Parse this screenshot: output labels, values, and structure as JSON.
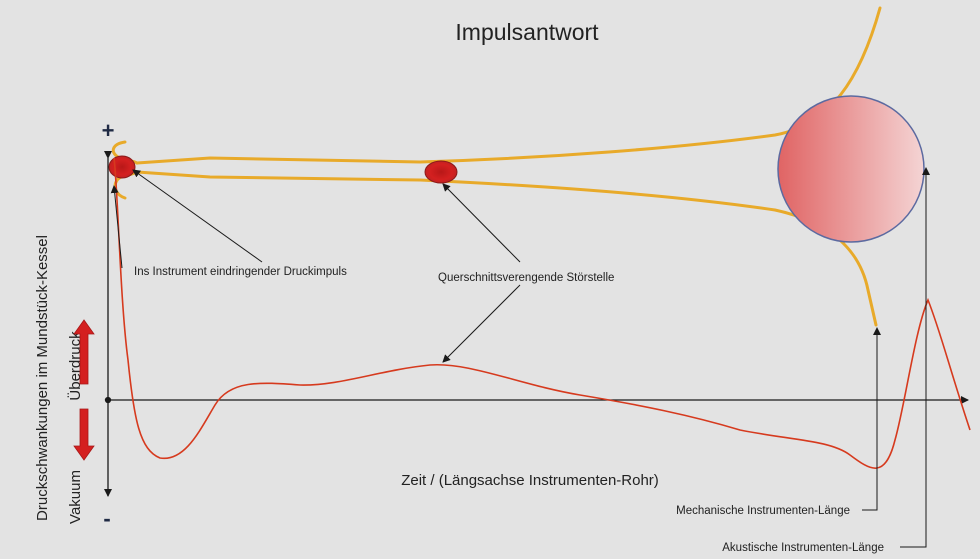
{
  "title": "Impulsantwort",
  "y_axis": {
    "label": "Druckschwankungen im Mundstück-Kessel",
    "positive_label": "Überdruck",
    "negative_label": "Vakuum",
    "positive_symbol": "+",
    "negative_symbol": "-"
  },
  "x_axis": {
    "label": "Zeit / (Längsachse Instrumenten-Rohr)"
  },
  "annotations": {
    "impulse": "Ins Instrument eindringender Druckimpuls",
    "constriction": "Querschnittsverengende Störstelle",
    "mechanical_length": "Mechanische Instrumenten-Länge",
    "acoustic_length": "Akustische Instrumenten-Länge"
  },
  "colors": {
    "background": "#e3e3e3",
    "tube_outline": "#e8aa2a",
    "pressure_curve": "#d63a1e",
    "impulse_marker": "#d42020",
    "arrow_fill": "#d42020",
    "sphere_left": "#e06464",
    "sphere_right": "#f2c8c8",
    "sphere_stroke": "#5c6aa0",
    "axis": "#1a1a1a"
  }
}
